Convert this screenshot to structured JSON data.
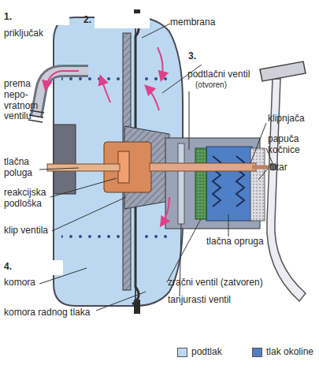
{
  "diagram": {
    "labels": [
      "1.",
      "priključak",
      "2.",
      "membrana",
      "3.",
      "podtlačni ventil",
      "(otvoren)",
      "prema nepo- vratnom ventilu",
      "klipnjača",
      "papuča kočnice",
      "tlačna poluga",
      "filtar",
      "reakcijska podloška",
      "klip ventila",
      "tlačna opruga",
      "4.",
      "komora",
      "zračni ventil (zatvoren)",
      "tanjurasti ventil",
      "komora radnog tlaka"
    ],
    "legend": [
      {
        "text": "podtlak",
        "color": "#bcd8f0"
      },
      {
        "text": "tlak okoline",
        "color": "#4f7fc4"
      }
    ]
  }
}
